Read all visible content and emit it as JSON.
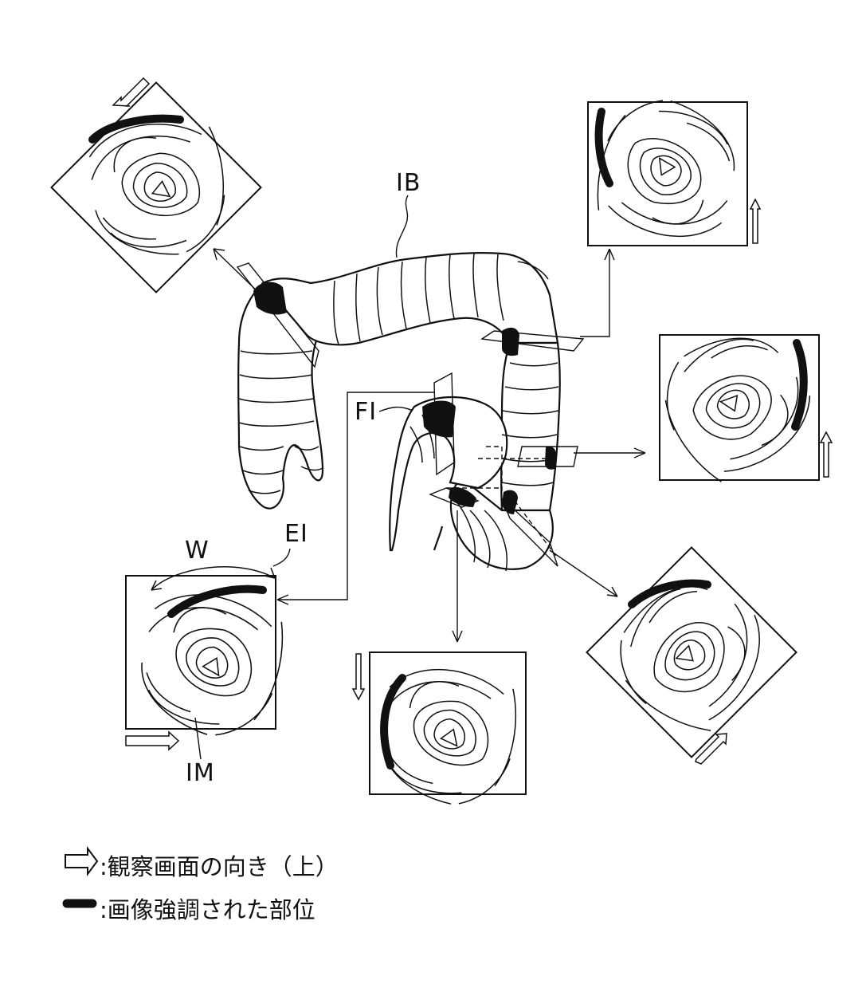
{
  "labels": {
    "ib": "IB",
    "fi": "FI",
    "ei": "EI",
    "w": "W",
    "im": "IM"
  },
  "legend": {
    "direction_text": ":観察画面の向き（上）",
    "enhanced_text": ":画像強調された部位"
  },
  "colors": {
    "ink": "#111111",
    "paper": "#ffffff"
  }
}
